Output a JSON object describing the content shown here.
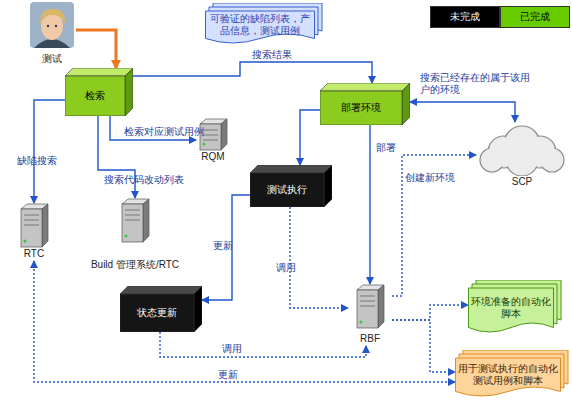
{
  "diagram": {
    "nodes": [
      {
        "text": [
          "测试"
        ]
      },
      {
        "text": [
          "可验证的缺陷列表，产品信息，测试用例"
        ]
      },
      {
        "text": [
          "检索"
        ]
      },
      {
        "text": [
          "部署环境"
        ]
      },
      {
        "text": [
          "SCP"
        ]
      },
      {
        "text": [
          "RQM"
        ]
      },
      {
        "text": [
          "测试执行"
        ]
      },
      {
        "text": [
          "RTC"
        ]
      },
      {
        "text": [
          "Build 管理系统/RTC"
        ]
      },
      {
        "text": [
          "状态更新"
        ]
      },
      {
        "text": [
          "RBF"
        ]
      },
      {
        "text": [
          "环境准备的自动化脚本"
        ]
      },
      {
        "text": [
          "用于测试执行的自动化测试用例和脚本"
        ]
      }
    ],
    "edges": [
      {
        "from": 0,
        "to": 2,
        "arrow": "to"
      },
      {
        "from": 2,
        "to": 3,
        "label": "搜索结果",
        "arrow": "to"
      },
      {
        "from": 3,
        "to": 4,
        "label": "搜索已经存在的属于该用户的环境",
        "arrow": "both"
      },
      {
        "from": 2,
        "to": 5,
        "label": "检索对应测试用例",
        "arrow": "to"
      },
      {
        "from": 2,
        "to": 7,
        "label": "缺陷搜索",
        "arrow": "to"
      },
      {
        "from": 2,
        "to": 8,
        "label": "搜索代码改动列表",
        "arrow": "to"
      },
      {
        "from": 3,
        "to": 6,
        "arrow": "to"
      },
      {
        "from": 3,
        "to": 10,
        "label": "部署",
        "arrow": "to"
      },
      {
        "from": 10,
        "to": 4,
        "label": "创建新环境",
        "arrow": "to"
      },
      {
        "from": 6,
        "to": 9,
        "label": "更新",
        "arrow": "to"
      },
      {
        "from": 6,
        "to": 10,
        "label": "调用",
        "arrow": "to"
      },
      {
        "from": 9,
        "to": 10,
        "label": "调用",
        "arrow": "to"
      },
      {
        "from": 7,
        "to": 12,
        "label": "更新",
        "arrow": "both"
      },
      {
        "from": 10,
        "to": 11,
        "arrow": "to"
      },
      {
        "from": 10,
        "to": 12,
        "arrow": "to"
      }
    ],
    "legend": [
      {
        "text": "未完成",
        "color": "#000000"
      },
      {
        "text": "已完成",
        "color": "#66cc00"
      }
    ]
  }
}
